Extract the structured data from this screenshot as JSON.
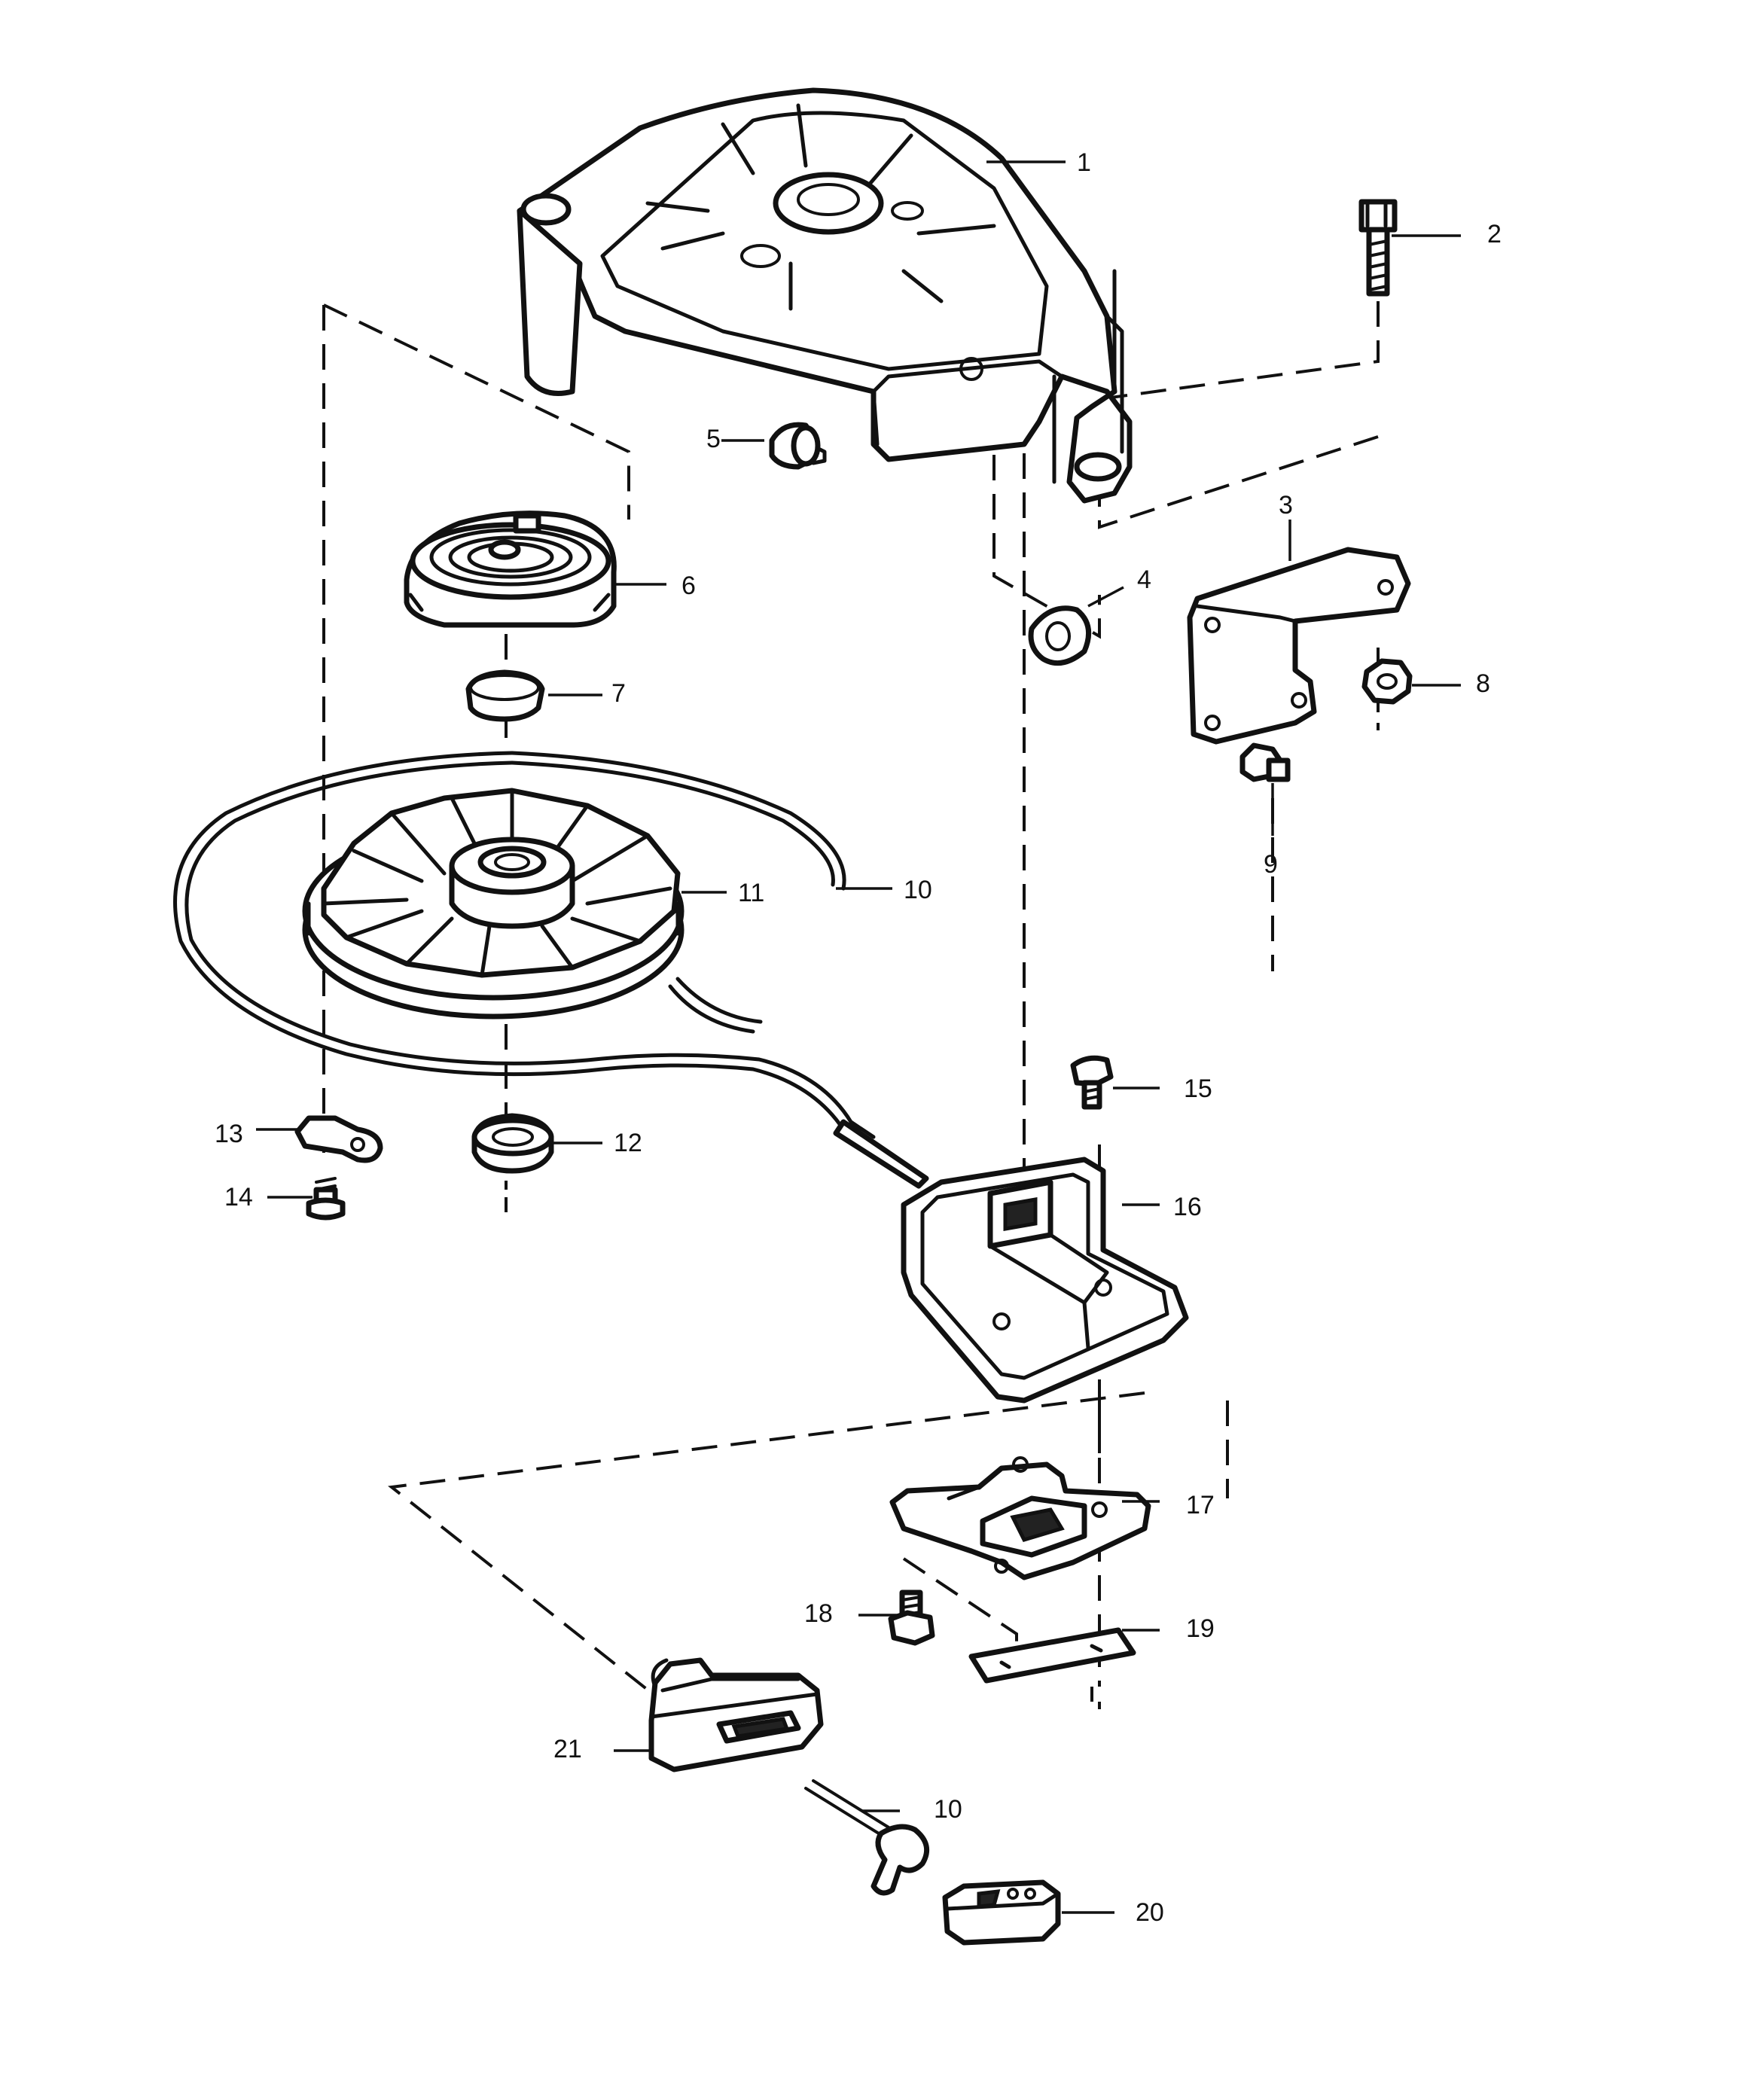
{
  "callouts": [
    {
      "id": "c1",
      "text": "1"
    },
    {
      "id": "c2",
      "text": "2"
    },
    {
      "id": "c3",
      "text": "3"
    },
    {
      "id": "c4",
      "text": "4"
    },
    {
      "id": "c5",
      "text": "5"
    },
    {
      "id": "c6",
      "text": "6"
    },
    {
      "id": "c7",
      "text": "7"
    },
    {
      "id": "c8",
      "text": "8"
    },
    {
      "id": "c9",
      "text": "9"
    },
    {
      "id": "c10a",
      "text": "10"
    },
    {
      "id": "c11",
      "text": "11"
    },
    {
      "id": "c12",
      "text": "12"
    },
    {
      "id": "c13",
      "text": "13"
    },
    {
      "id": "c14",
      "text": "14"
    },
    {
      "id": "c15",
      "text": "15"
    },
    {
      "id": "c16",
      "text": "16"
    },
    {
      "id": "c17",
      "text": "17"
    },
    {
      "id": "c18",
      "text": "18"
    },
    {
      "id": "c19",
      "text": "19"
    },
    {
      "id": "c10b",
      "text": "10"
    },
    {
      "id": "c20",
      "text": "20"
    },
    {
      "id": "c21",
      "text": "21"
    }
  ]
}
